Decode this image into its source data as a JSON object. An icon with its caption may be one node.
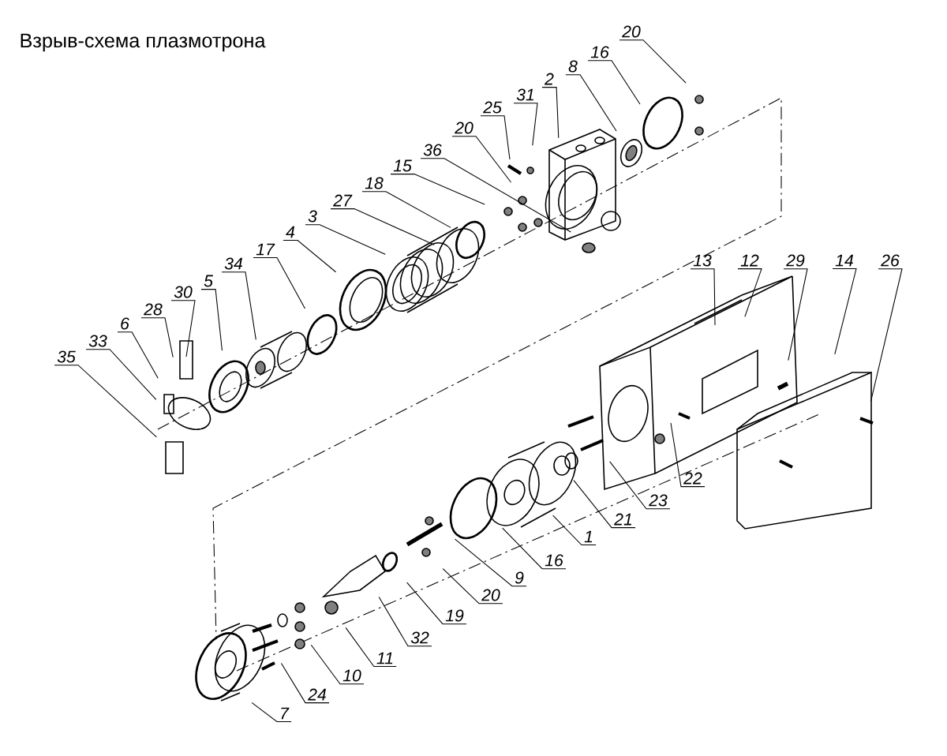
{
  "diagram": {
    "title": "Взрыв-схема плазмотрона",
    "nodes": [
      {
        "text": [
          "20"
        ]
      },
      {
        "text": [
          "16"
        ]
      },
      {
        "text": [
          "8"
        ]
      },
      {
        "text": [
          "2"
        ]
      },
      {
        "text": [
          "31"
        ]
      },
      {
        "text": [
          "25"
        ]
      },
      {
        "text": [
          "20"
        ]
      },
      {
        "text": [
          "36"
        ]
      },
      {
        "text": [
          "15"
        ]
      },
      {
        "text": [
          "18"
        ]
      },
      {
        "text": [
          "27"
        ]
      },
      {
        "text": [
          "3"
        ]
      },
      {
        "text": [
          "4"
        ]
      },
      {
        "text": [
          "17"
        ]
      },
      {
        "text": [
          "34"
        ]
      },
      {
        "text": [
          "5"
        ]
      },
      {
        "text": [
          "30"
        ]
      },
      {
        "text": [
          "28"
        ]
      },
      {
        "text": [
          "6"
        ]
      },
      {
        "text": [
          "33"
        ]
      },
      {
        "text": [
          "35"
        ]
      },
      {
        "text": [
          "13"
        ]
      },
      {
        "text": [
          "12"
        ]
      },
      {
        "text": [
          "29"
        ]
      },
      {
        "text": [
          "14"
        ]
      },
      {
        "text": [
          "26"
        ]
      },
      {
        "text": [
          "22"
        ]
      },
      {
        "text": [
          "23"
        ]
      },
      {
        "text": [
          "21"
        ]
      },
      {
        "text": [
          "1"
        ]
      },
      {
        "text": [
          "16"
        ]
      },
      {
        "text": [
          "9"
        ]
      },
      {
        "text": [
          "20"
        ]
      },
      {
        "text": [
          "19"
        ]
      },
      {
        "text": [
          "32"
        ]
      },
      {
        "text": [
          "11"
        ]
      },
      {
        "text": [
          "10"
        ]
      },
      {
        "text": [
          "24"
        ]
      },
      {
        "text": [
          "7"
        ]
      }
    ],
    "edges": [
      {
        "from": 0,
        "to": null,
        "arrow": "none"
      },
      {
        "from": 1,
        "to": null,
        "arrow": "none"
      },
      {
        "from": 2,
        "to": null,
        "arrow": "none"
      },
      {
        "from": 3,
        "to": null,
        "arrow": "none"
      },
      {
        "from": 4,
        "to": null,
        "arrow": "none"
      },
      {
        "from": 5,
        "to": null,
        "arrow": "none"
      },
      {
        "from": 6,
        "to": null,
        "arrow": "none"
      },
      {
        "from": 7,
        "to": null,
        "arrow": "none"
      },
      {
        "from": 8,
        "to": null,
        "arrow": "none"
      },
      {
        "from": 9,
        "to": null,
        "arrow": "none"
      },
      {
        "from": 10,
        "to": null,
        "arrow": "none"
      },
      {
        "from": 11,
        "to": null,
        "arrow": "none"
      },
      {
        "from": 12,
        "to": null,
        "arrow": "none"
      },
      {
        "from": 13,
        "to": null,
        "arrow": "none"
      },
      {
        "from": 14,
        "to": null,
        "arrow": "none"
      },
      {
        "from": 15,
        "to": null,
        "arrow": "none"
      },
      {
        "from": 16,
        "to": null,
        "arrow": "none"
      },
      {
        "from": 17,
        "to": null,
        "arrow": "none"
      },
      {
        "from": 18,
        "to": null,
        "arrow": "none"
      },
      {
        "from": 19,
        "to": null,
        "arrow": "none"
      },
      {
        "from": 20,
        "to": null,
        "arrow": "none"
      },
      {
        "from": 21,
        "to": null,
        "arrow": "none"
      },
      {
        "from": 22,
        "to": null,
        "arrow": "none"
      },
      {
        "from": 23,
        "to": null,
        "arrow": "none"
      },
      {
        "from": 24,
        "to": null,
        "arrow": "none"
      },
      {
        "from": 25,
        "to": null,
        "arrow": "none"
      },
      {
        "from": 26,
        "to": null,
        "arrow": "none"
      },
      {
        "from": 27,
        "to": null,
        "arrow": "none"
      },
      {
        "from": 28,
        "to": null,
        "arrow": "none"
      },
      {
        "from": 29,
        "to": null,
        "arrow": "none"
      },
      {
        "from": 30,
        "to": null,
        "arrow": "none"
      },
      {
        "from": 31,
        "to": null,
        "arrow": "none"
      },
      {
        "from": 32,
        "to": null,
        "arrow": "none"
      },
      {
        "from": 33,
        "to": null,
        "arrow": "none"
      },
      {
        "from": 34,
        "to": null,
        "arrow": "none"
      },
      {
        "from": 35,
        "to": null,
        "arrow": "none"
      },
      {
        "from": 36,
        "to": null,
        "arrow": "none"
      },
      {
        "from": 37,
        "to": null,
        "arrow": "none"
      },
      {
        "from": 38,
        "to": null,
        "arrow": "none"
      }
    ]
  }
}
